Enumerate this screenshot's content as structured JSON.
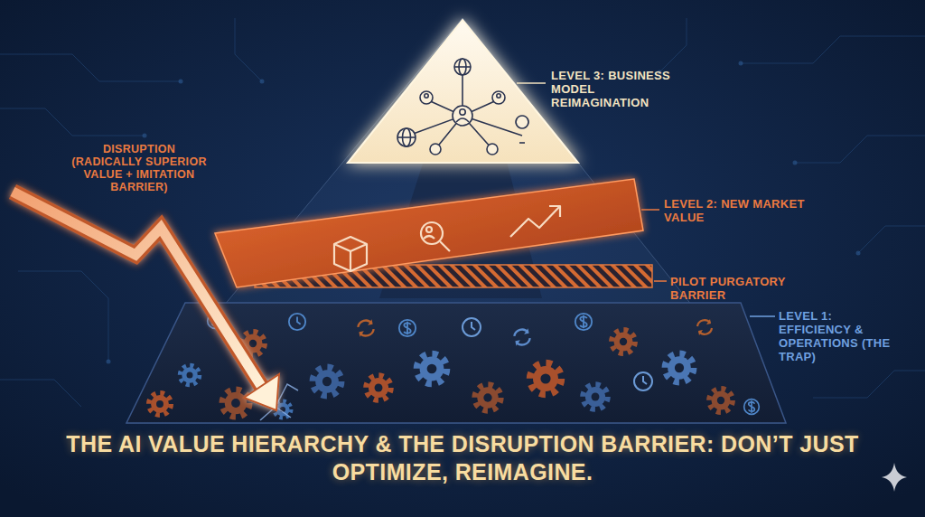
{
  "diagram": {
    "title": "THE AI VALUE HIERARCHY & THE DISRUPTION BARRIER: DON’T JUST OPTIMIZE, REIMAGINE.",
    "nodes": [
      {
        "text": [
          "LEVEL 3: BUSINESS MODEL REIMAGINATION"
        ]
      },
      {
        "text": [
          "LEVEL 2: NEW MARKET VALUE"
        ]
      },
      {
        "text": [
          "PILOT PURGATORY BARRIER"
        ]
      },
      {
        "text": [
          "LEVEL 1: EFFICIENCY & OPERATIONS (THE TRAP)"
        ]
      }
    ],
    "labels": [
      "DISRUPTION (RADICALLY SUPERIOR VALUE + IMITATION BARRIER)"
    ]
  }
}
